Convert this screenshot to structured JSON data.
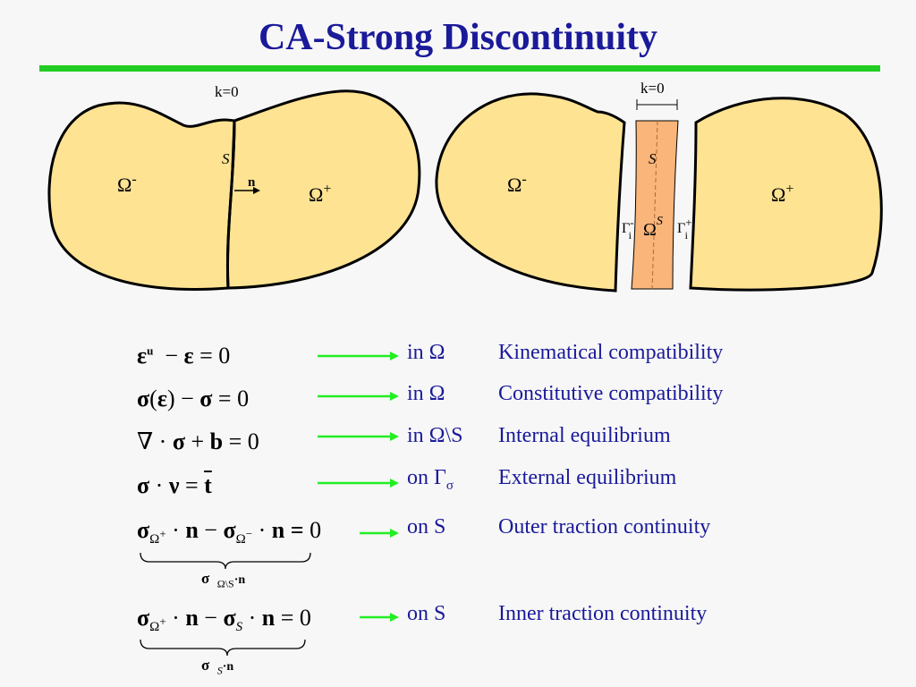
{
  "title": "CA-Strong Discontinuity",
  "diagram": {
    "left": {
      "k_label": "k=0",
      "surface_label": "S",
      "normal_label": "n",
      "omega_minus_base": "Ω",
      "omega_minus_sup": "-",
      "omega_plus_base": "Ω",
      "omega_plus_sup": "+"
    },
    "right": {
      "k_label": "k=0",
      "surface_label": "S",
      "omega_minus_base": "Ω",
      "omega_minus_sup": "-",
      "omega_plus_base": "Ω",
      "omega_plus_sup": "+",
      "band_base": "Ω",
      "band_sup": "S",
      "gamma_left_base": "Γ",
      "gamma_left_sup": "-",
      "gamma_left_sub": "i",
      "gamma_right_base": "Γ",
      "gamma_right_sup": "+",
      "gamma_right_sub": "i"
    },
    "colors": {
      "body_fill": "#fde392",
      "band_fill": "#f9b57a",
      "outline": "#000000"
    }
  },
  "equations": [
    {
      "where": "in Ω",
      "desc": "Kinematical compatibility"
    },
    {
      "where": "in Ω",
      "desc": "Constitutive compatibility"
    },
    {
      "where": "in Ω\\S",
      "desc": "Internal equilibrium"
    },
    {
      "where_base": "on Γ",
      "where_sub": "σ",
      "desc": "External equilibrium"
    },
    {
      "where": "on S",
      "desc": "Outer traction continuity"
    },
    {
      "where": "on S",
      "desc": "Inner traction continuity"
    }
  ],
  "brace_labels": {
    "first": {
      "base": "σ",
      "sub": "Ω\\S",
      "tail": "·n"
    },
    "second": {
      "base": "σ",
      "sub": "S",
      "tail": "·n"
    }
  },
  "colors": {
    "title": "#1a1a9a",
    "rule": "#22cc22",
    "arrow": "#22ee22",
    "text": "#1a1a9a"
  }
}
